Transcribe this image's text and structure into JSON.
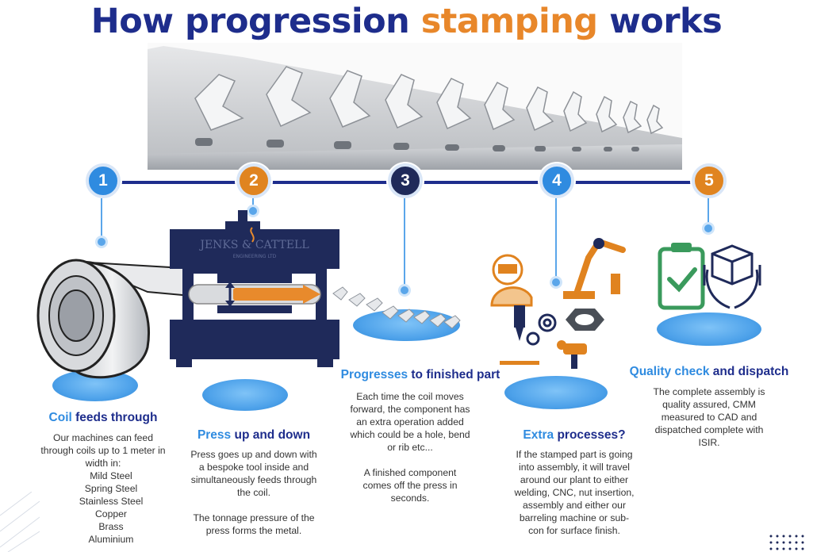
{
  "title": {
    "part1": "How progression ",
    "accent": "stamping",
    "part2": " works"
  },
  "colors": {
    "navy": "#1e2d8c",
    "orange": "#e8872a",
    "blue": "#2f8be0",
    "dark": "#1f2a5a"
  },
  "press_logo": {
    "brand": "JENKS & CATTELL",
    "sub": "ENGINEERING LTD"
  },
  "steps": [
    {
      "num": "1",
      "heading_accent": "Coil",
      "heading_main": " feeds through",
      "text": "Our machines can feed through coils up to 1 meter in width in:",
      "materials": [
        "Mild Steel",
        "Spring Steel",
        "Stainless Steel",
        "Copper",
        "Brass",
        "Aluminium"
      ]
    },
    {
      "num": "2",
      "heading_accent": "Press",
      "heading_main": " up and down",
      "text": "Press goes up and down with a bespoke tool inside and simultaneously feeds through the coil.",
      "text2": "The tonnage pressure of the press forms the metal."
    },
    {
      "num": "3",
      "heading_accent": "Progresses",
      "heading_main": " to finished part",
      "text": "Each time the coil moves forward, the component has an extra operation added which could be a hole, bend or rib etc...",
      "text2": "A finished component comes off the press in seconds."
    },
    {
      "num": "4",
      "heading_accent": "Extra",
      "heading_main": " processes?",
      "text": "If the stamped part is going into assembly, it will travel around our plant to either welding, CNC, nut insertion, assembly and either our barreling machine or sub-con for surface finish."
    },
    {
      "num": "5",
      "heading_accent": "Quality check",
      "heading_main": " and dispatch",
      "text": "The complete assembly is quality assured, CMM measured to CAD and dispatched complete with ISIR."
    }
  ],
  "icons": [
    "metal-strip-photo",
    "coil-roll-icon",
    "press-machine-icon",
    "stamped-parts-icon",
    "welder-icon",
    "robot-arm-icon",
    "gear-icon",
    "nut-icon",
    "spray-gun-icon",
    "cnc-drill-icon",
    "clipboard-check-icon",
    "box-in-hands-icon"
  ]
}
